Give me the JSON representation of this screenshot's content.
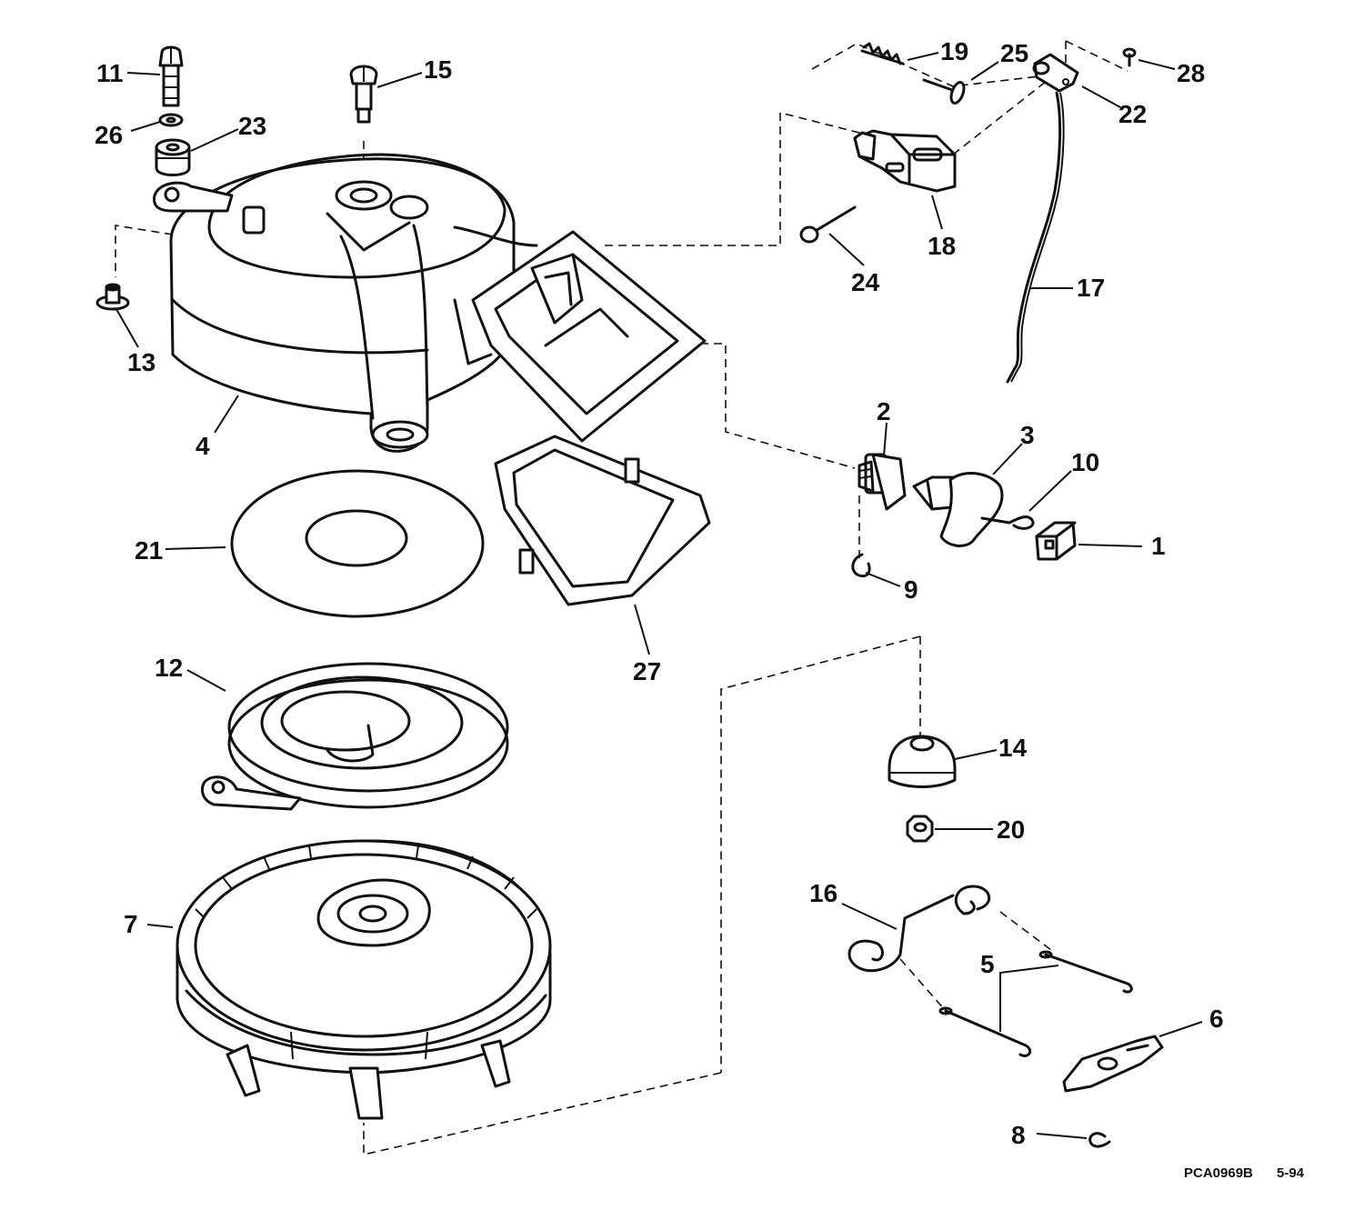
{
  "callouts": {
    "c1": "1",
    "c2": "2",
    "c3": "3",
    "c4": "4",
    "c5": "5",
    "c6": "6",
    "c7": "7",
    "c8": "8",
    "c9": "9",
    "c10": "10",
    "c11": "11",
    "c12": "12",
    "c13": "13",
    "c14": "14",
    "c15": "15",
    "c16": "16",
    "c17": "17",
    "c18": "18",
    "c19": "19",
    "c20": "20",
    "c21": "21",
    "c22": "22",
    "c23": "23",
    "c24": "24",
    "c25": "25",
    "c26": "26",
    "c27": "27",
    "c28": "28"
  },
  "footer": {
    "code": "PCA0969B",
    "date": "5-94"
  }
}
